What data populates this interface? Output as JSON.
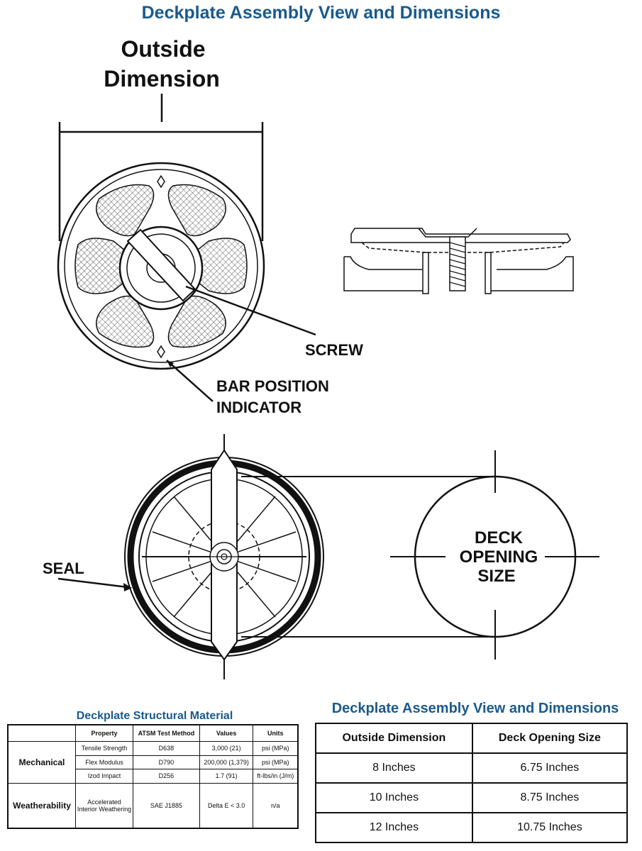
{
  "page_title": "Deckplate Assembly View and Dimensions",
  "labels": {
    "outside_dimension_l1": "Outside",
    "outside_dimension_l2": "Dimension",
    "screw": "SCREW",
    "bar_position_l1": "BAR POSITION",
    "bar_position_l2": "INDICATOR",
    "seal": "SEAL",
    "deck_l1": "DECK",
    "deck_l2": "OPENING",
    "deck_l3": "SIZE"
  },
  "material_table": {
    "title": "Deckplate Structural Material",
    "headers": [
      "Property",
      "ATSM Test Method",
      "Values",
      "Units"
    ],
    "mechanical_label": "Mechanical",
    "mechanical_rows": [
      [
        "Tensile Strength",
        "D638",
        "3,000 (21)",
        "psi (MPa)"
      ],
      [
        "Flex Modulus",
        "D790",
        "200,000 (1,379)",
        "psi (MPa)"
      ],
      [
        "Izod Impact",
        "D256",
        "1.7 (91)",
        "ft-lbs/in (J/m)"
      ]
    ],
    "weatherability_label": "Weatherability",
    "weatherability_row": [
      "Accelerated Interior Weathering",
      "SAE J1885",
      "Delta E < 3.0",
      "n/a"
    ]
  },
  "dimension_table": {
    "title": "Deckplate Assembly View and Dimensions",
    "headers": [
      "Outside Dimension",
      "Deck Opening Size"
    ],
    "rows": [
      [
        "8 Inches",
        "6.75 Inches"
      ],
      [
        "10 Inches",
        "8.75 Inches"
      ],
      [
        "12 Inches",
        "10.75 Inches"
      ]
    ]
  }
}
